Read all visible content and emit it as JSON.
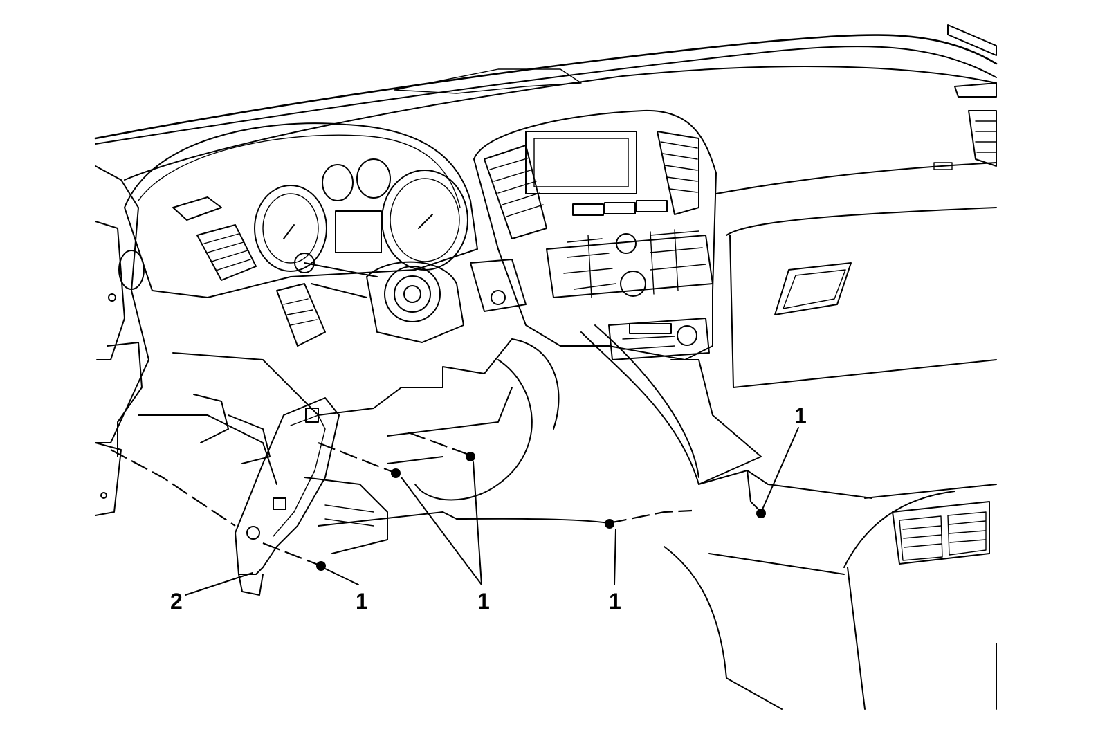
{
  "callouts": [
    {
      "id": "c1-right",
      "label": "1"
    },
    {
      "id": "c1-center-right",
      "label": "1"
    },
    {
      "id": "c1-center",
      "label": "1"
    },
    {
      "id": "c1-left",
      "label": "1"
    },
    {
      "id": "c2",
      "label": "2"
    }
  ],
  "colors": {
    "line": "#000000",
    "background": "#ffffff"
  }
}
